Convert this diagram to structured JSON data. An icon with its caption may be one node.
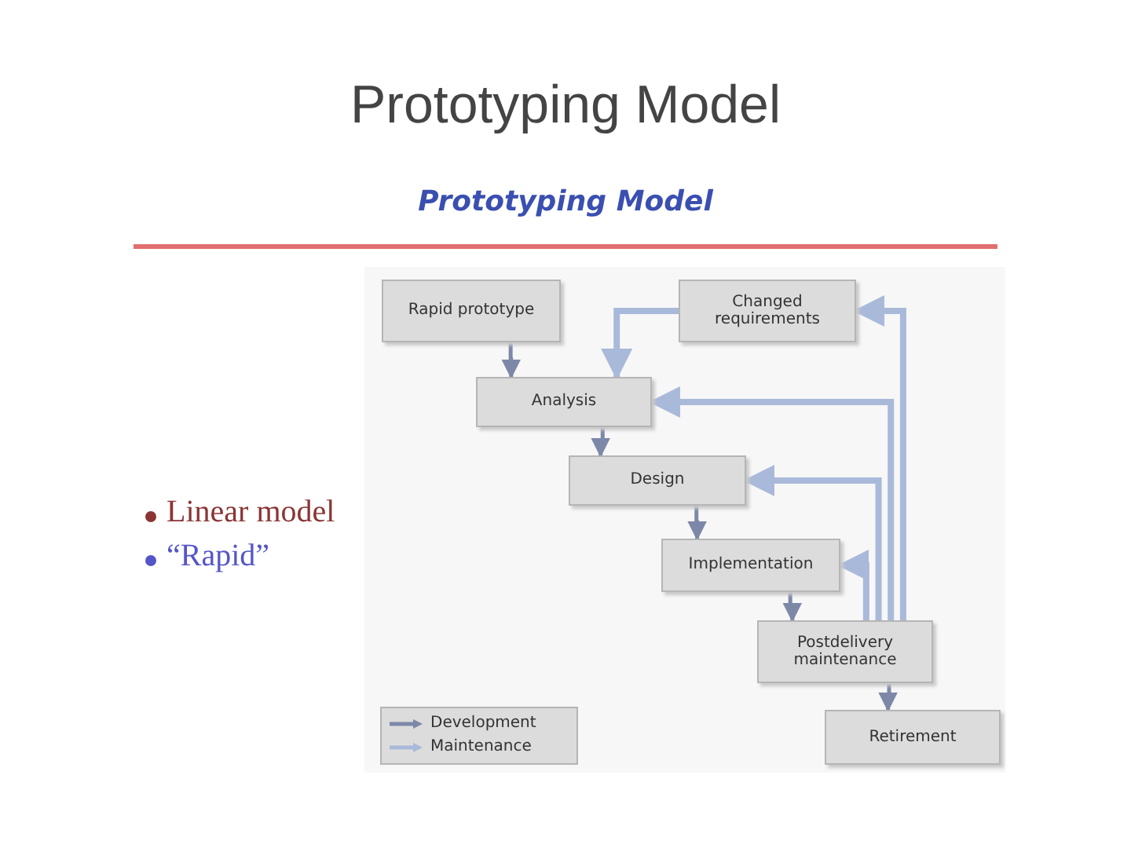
{
  "diagram": {
    "title": "Prototyping Model",
    "nodes": [
      {
        "text": [
          "Rapid prototype"
        ]
      },
      {
        "text": [
          "Changed requirements"
        ]
      },
      {
        "text": [
          "Analysis"
        ]
      },
      {
        "text": [
          "Design"
        ]
      },
      {
        "text": [
          "Implementation"
        ]
      },
      {
        "text": [
          "Postdelivery maintenance"
        ]
      },
      {
        "text": [
          "Retirement"
        ]
      }
    ],
    "edges": [
      {
        "from": 0,
        "to": 2,
        "arrow": "to"
      },
      {
        "from": 2,
        "to": 3,
        "arrow": "to"
      },
      {
        "from": 3,
        "to": 4,
        "arrow": "to"
      },
      {
        "from": 4,
        "to": 5,
        "arrow": "to"
      },
      {
        "from": 5,
        "to": 6,
        "arrow": "to"
      },
      {
        "from": 5,
        "to": 1,
        "arrow": "to",
        "color": "#a9b9d9"
      },
      {
        "from": 1,
        "to": 2,
        "arrow": "to",
        "color": "#a9b9d9"
      },
      {
        "from": 5,
        "to": 2,
        "arrow": "to",
        "color": "#a9b9d9"
      },
      {
        "from": 5,
        "to": 3,
        "arrow": "to",
        "color": "#a9b9d9"
      },
      {
        "from": 5,
        "to": 4,
        "arrow": "to",
        "color": "#a9b9d9"
      }
    ],
    "labels": [
      "Prototyping Model",
      "Linear model",
      "“Rapid”"
    ],
    "legend": [
      {
        "text": "Development"
      },
      {
        "text": "Maintenance"
      }
    ]
  }
}
